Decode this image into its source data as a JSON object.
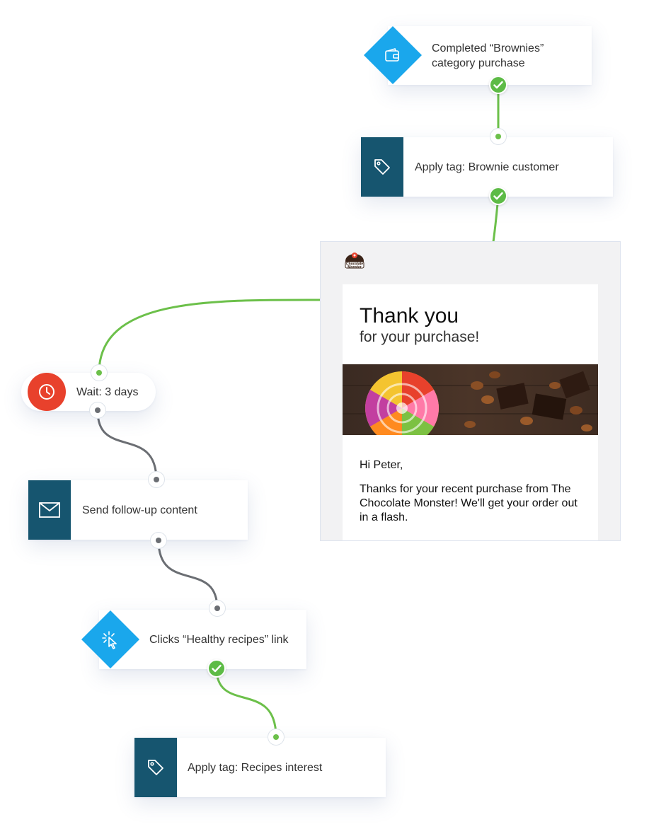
{
  "nodes": {
    "purchase_trigger": {
      "label_line1": "Completed “Brownies”",
      "label_line2": "category purchase",
      "icon": "wallet-icon"
    },
    "apply_tag_brownie": {
      "label": "Apply tag: Brownie customer",
      "icon": "tag-icon"
    },
    "wait": {
      "label": "Wait: 3 days",
      "icon": "clock-icon"
    },
    "send_content": {
      "label": "Send follow-up content",
      "icon": "envelope-icon"
    },
    "click_trigger": {
      "label": "Clicks “Healthy recipes” link",
      "icon": "cursor-click-icon"
    },
    "apply_tag_recipes": {
      "label": "Apply tag: Recipes interest",
      "icon": "tag-icon"
    }
  },
  "email_preview": {
    "logo_text": "Chocolate Monster",
    "title": "Thank you",
    "subtitle": "for your purchase!",
    "greeting": "Hi Peter,",
    "body": "Thanks for your recent purchase from The Chocolate Monster! We'll get your order out in a flash."
  },
  "colors": {
    "trigger_blue": "#1aa7ec",
    "action_teal": "#16556f",
    "wait_red": "#e8412c",
    "success_green": "#5dbb46",
    "connector_gray": "#6b6e73"
  }
}
